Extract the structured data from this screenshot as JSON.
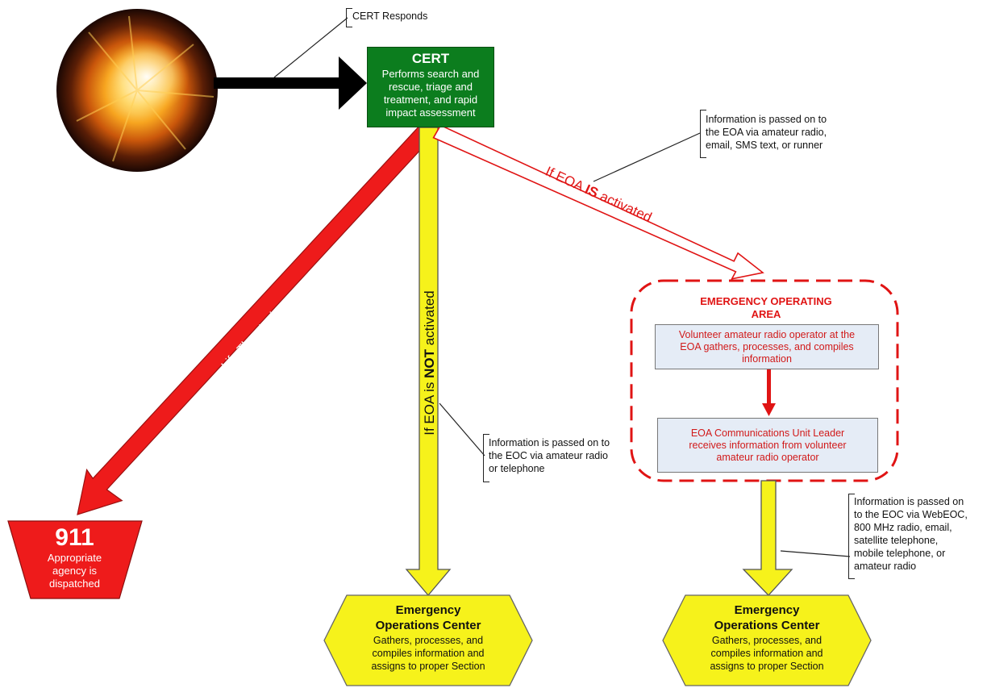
{
  "callouts": {
    "cert_responds": [
      "CERT Responds"
    ],
    "eoa_info": [
      "Information is passed on to",
      "the EOA via amateur radio,",
      "email, SMS text, or runner"
    ],
    "eoc_not_activated": [
      "Information is passed on to",
      "the EOC via amateur radio",
      "or telephone"
    ],
    "eoc_webeoc": [
      "Information is passed on",
      "to the EOC via WebEOC,",
      "800 MHz radio, email,",
      "satellite telephone,",
      "mobile telephone, or",
      "amateur radio"
    ]
  },
  "cert": {
    "title": "CERT",
    "description": [
      "Performs search and",
      "rescue, triage and",
      "treatment, and rapid",
      "impact assessment"
    ]
  },
  "arrows": {
    "life_threatening": "Life Threatening",
    "not_activated": {
      "prefix": "If EOA is ",
      "emphasis": "NOT",
      "suffix": " activated"
    },
    "is_activated": {
      "prefix": "If EOA ",
      "emphasis": "IS",
      "suffix": " activated"
    }
  },
  "eoa": {
    "title": [
      "EMERGENCY OPERATING",
      "AREA"
    ],
    "box1": [
      "Volunteer amateur radio operator at the",
      "EOA gathers, processes, and compiles",
      "information"
    ],
    "box2": [
      "EOA Communications Unit Leader",
      "receives information from volunteer",
      "amateur radio operator"
    ]
  },
  "emergency_911": {
    "number": "911",
    "description": [
      "Appropriate",
      "agency is",
      "dispatched"
    ]
  },
  "eoc_left": {
    "title": [
      "Emergency",
      "Operations Center"
    ],
    "description": [
      "Gathers,  processes, and",
      "compiles information and",
      "assigns to proper Section"
    ]
  },
  "eoc_right": {
    "title": [
      "Emergency",
      "Operations Center"
    ],
    "description": [
      "Gathers,  processes, and",
      "compiles information and",
      "assigns to proper Section"
    ]
  },
  "colors": {
    "cert_green": "#0c7d1e",
    "life_red": "#ee1b1b",
    "eoc_yellow": "#f6f21b",
    "eoa_red": "#e01414"
  },
  "icons": {
    "explosion": "explosion-icon"
  }
}
